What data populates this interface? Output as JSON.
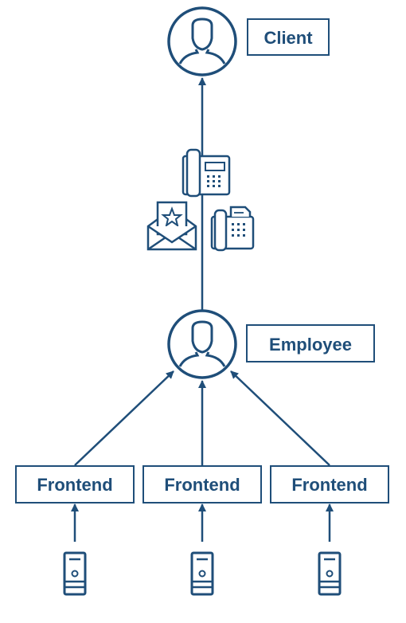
{
  "nodes": {
    "client": {
      "label": "Client",
      "icon": "user-icon"
    },
    "employee": {
      "label": "Employee",
      "icon": "user-icon"
    },
    "frontends": [
      {
        "label": "Frontend",
        "icon": "server-icon"
      },
      {
        "label": "Frontend",
        "icon": "server-icon"
      },
      {
        "label": "Frontend",
        "icon": "server-icon"
      }
    ]
  },
  "channels": [
    "phone-icon",
    "mail-icon",
    "fax-icon"
  ],
  "colors": {
    "primary": "#1f4e79",
    "background": "#ffffff"
  }
}
